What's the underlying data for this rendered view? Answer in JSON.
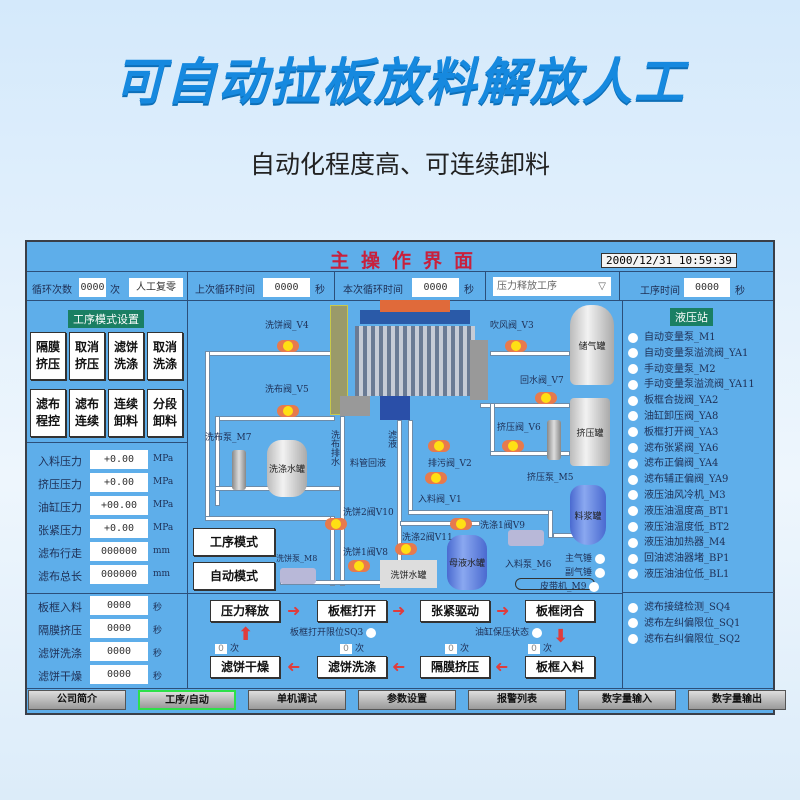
{
  "hero": {
    "title": "可自动拉板放料解放人工",
    "subtitle": "自动化程度高、可连续卸料"
  },
  "window": {
    "title": "主操作界面",
    "datetime": "2000/12/31 10:59:39"
  },
  "topbar": {
    "cycle_count_label": "循环次数",
    "cycle_count": "0000",
    "cycle_unit": "次",
    "reset_button": "人工复零",
    "last_cycle_label": "上次循环时间",
    "last_cycle": "0000",
    "sec1": "秒",
    "this_cycle_label": "本次循环时间",
    "this_cycle": "0000",
    "sec2": "秒",
    "process_select": "压力释放工序",
    "process_time_label": "工序时间",
    "process_time": "0000",
    "sec3": "秒"
  },
  "mode_settings": {
    "title": "工序模式设置",
    "buttons": [
      [
        "隔膜",
        "挤压"
      ],
      [
        "取消",
        "挤压"
      ],
      [
        "滤饼",
        "洗涤"
      ],
      [
        "取消",
        "洗涤"
      ],
      [
        "滤布",
        "程控"
      ],
      [
        "滤布",
        "连续"
      ],
      [
        "连续",
        "卸料"
      ],
      [
        "分段",
        "卸料"
      ]
    ]
  },
  "pressures": [
    {
      "label": "入料压力",
      "value": "+0.00",
      "unit": "MPa"
    },
    {
      "label": "挤压压力",
      "value": "+0.00",
      "unit": "MPa"
    },
    {
      "label": "油缸压力",
      "value": "+00.00",
      "unit": "MPa"
    },
    {
      "label": "张紧压力",
      "value": "+0.00",
      "unit": "MPa"
    },
    {
      "label": "滤布行走",
      "value": "000000",
      "unit": "mm"
    },
    {
      "label": "滤布总长",
      "value": "000000",
      "unit": "mm"
    }
  ],
  "timers": [
    {
      "label": "板框入料",
      "value": "0000",
      "unit": "秒"
    },
    {
      "label": "隔膜挤压",
      "value": "0000",
      "unit": "秒"
    },
    {
      "label": "滤饼洗涤",
      "value": "0000",
      "unit": "秒"
    },
    {
      "label": "滤饼干燥",
      "value": "0000",
      "unit": "秒"
    }
  ],
  "diagram": {
    "v4": "洗饼阀_V4",
    "v5": "洗布阀_V5",
    "v3": "吹风阀_V3",
    "v7": "回水阀_V7",
    "v6": "挤压阀_V6",
    "m5": "挤压泵_M5",
    "m7": "洗布泵_M7",
    "wash_tank": "洗涤水罐",
    "drain": "洗布排水",
    "filtrate": "滤液",
    "return": "料管回液",
    "v2": "排污阀_V2",
    "v1": "入料阀_V1",
    "v10": "洗饼2阀V10",
    "v9": "洗涤1阀V9",
    "v11": "洗涤2阀V11",
    "v8": "洗饼1阀V8",
    "mother_tank": "母液水罐",
    "slurry_tank": "料浆罐",
    "m6": "入料泵_M6",
    "hammer1": "主气锤",
    "hammer2": "副气锤",
    "m9": "皮带机_M9",
    "cake_tank": "洗饼水罐",
    "m8": "洗饼泵_M8",
    "air_tank": "储气罐",
    "squeeze_tank": "挤压罐",
    "mode_label": "工序模式",
    "mode_value": "自动模式"
  },
  "flow": {
    "steps": [
      "压力释放",
      "板框打开",
      "张紧驱动",
      "板框闭合",
      "滤饼干燥",
      "滤饼洗涤",
      "隔膜挤压",
      "板框入料"
    ],
    "sq3": "板框打开限位SQ3",
    "hold": "油缸保压状态",
    "counts": [
      "0",
      "0",
      "0",
      "0"
    ],
    "count_unit": "次"
  },
  "hydraulic": {
    "title": "液压站",
    "items": [
      "自动变量泵_M1",
      "自动变量泵溢流阀_YA1",
      "手动变量泵_M2",
      "手动变量泵溢流阀_YA11",
      "板框合拢阀_YA2",
      "油缸卸压阀_YA8",
      "板框打开阀_YA3",
      "滤布张紧阀_YA6",
      "滤布正偏阀_YA4",
      "滤布辅正偏阀_YA9",
      "液压油风冷机_M3",
      "液压油温度高_BT1",
      "液压油温度低_BT2",
      "液压油加热器_M4",
      "回油滤油器堵_BP1",
      "液压油油位低_BL1"
    ],
    "sensors": [
      "滤布接缝检测_SQ4",
      "滤布左纠偏限位_SQ1",
      "滤布右纠偏限位_SQ2"
    ]
  },
  "tabs": [
    "公司简介",
    "工序/自动",
    "单机调试",
    "参数设置",
    "报警列表",
    "数字量输入",
    "数字量输出"
  ],
  "active_tab": "工序/自动",
  "colors": {
    "panel": "#5eaeea",
    "title": "#c8203c",
    "hero": "#1689df",
    "active_tab": "#2ee04a"
  }
}
